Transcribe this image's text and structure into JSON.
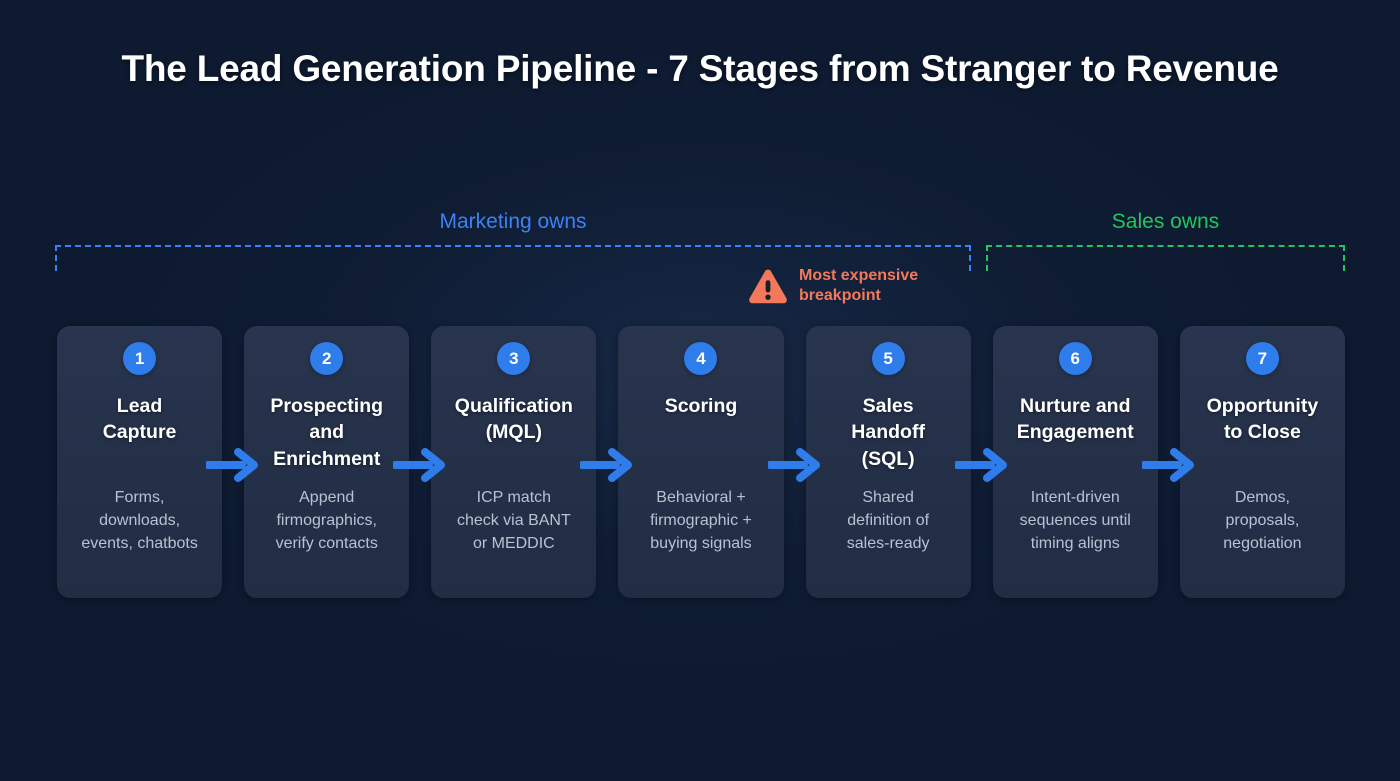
{
  "title": "The Lead Generation Pipeline - 7 Stages from Stranger to Revenue",
  "ownership": {
    "marketing": {
      "label": "Marketing owns",
      "color": "#3b82f6"
    },
    "sales": {
      "label": "Sales owns",
      "color": "#22c55e"
    }
  },
  "callout": {
    "icon": "warning-triangle-icon",
    "text": "Most expensive\nbreakpoint",
    "color": "#f4785a"
  },
  "accent": {
    "arrow": "#2f7ceb",
    "number_badge": "#2f7ceb",
    "card_bg": "#253049",
    "page_bg": "#0d1a30"
  },
  "stages": [
    {
      "number": "1",
      "title": "Lead\nCapture",
      "description": "Forms,\ndownloads,\nevents, chatbots"
    },
    {
      "number": "2",
      "title": "Prospecting\nand\nEnrichment",
      "description": "Append\nfirmographics,\nverify contacts"
    },
    {
      "number": "3",
      "title": "Qualification\n(MQL)",
      "description": "ICP match\ncheck via BANT\nor MEDDIC"
    },
    {
      "number": "4",
      "title": "Scoring",
      "description": "Behavioral +\nfirmographic +\nbuying signals"
    },
    {
      "number": "5",
      "title": "Sales\nHandoff\n(SQL)",
      "description": "Shared\ndefinition of\nsales-ready"
    },
    {
      "number": "6",
      "title": "Nurture and\nEngagement",
      "description": "Intent-driven\nsequences until\ntiming aligns"
    },
    {
      "number": "7",
      "title": "Opportunity\nto Close",
      "description": "Demos,\nproposals,\nnegotiation"
    }
  ],
  "arrow_count": 6
}
